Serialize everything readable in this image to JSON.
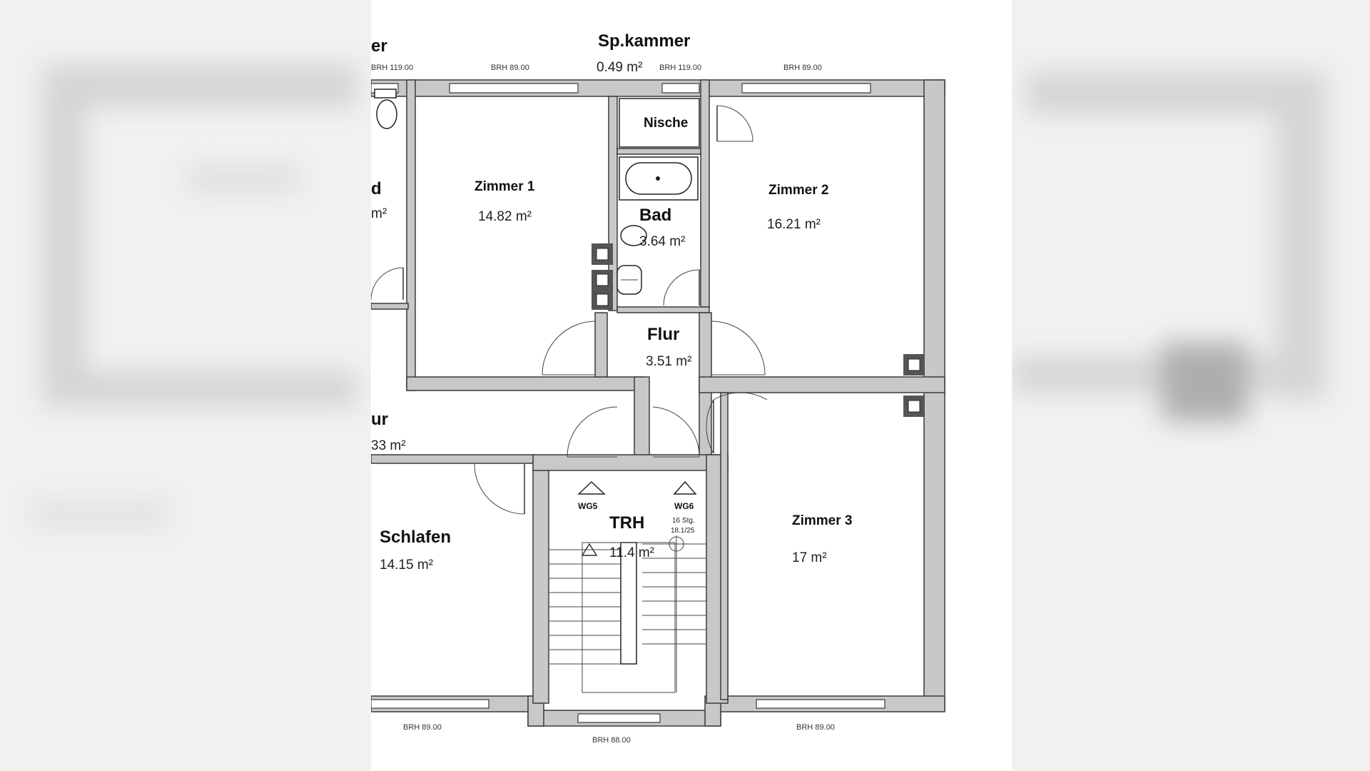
{
  "rooms": {
    "spkammer": {
      "label": "Sp.kammer",
      "area": "0.49 m²"
    },
    "nische": {
      "label": "Nische"
    },
    "zimmer1": {
      "label": "Zimmer 1",
      "area": "14.82 m²"
    },
    "bad": {
      "label": "Bad",
      "area": "3.64 m²"
    },
    "zimmer2": {
      "label": "Zimmer 2",
      "area": "16.21 m²"
    },
    "flur_small": {
      "label": "Flur",
      "area": "3.51 m²"
    },
    "flur_left": {
      "label": "ur",
      "area": "33 m²"
    },
    "left_top": {
      "label": "er"
    },
    "left_mid": {
      "label": "d",
      "area": "m²"
    },
    "schlafen": {
      "label": "Schlafen",
      "area": "14.15 m²"
    },
    "trh": {
      "label": "TRH",
      "area": "11.4 m²"
    },
    "zimmer3": {
      "label": "Zimmer 3",
      "area": "17 m²"
    }
  },
  "windows": {
    "top_left": "BRH 119.00",
    "top_zimmer1": "BRH 89.00",
    "top_kammer": "BRH 119.00",
    "top_zimmer2": "BRH 89.00",
    "bottom_schlafen": "BRH 89.00",
    "bottom_zimmer3": "BRH 89.00",
    "bottom_trh": "BRH 88.00"
  },
  "stairs": {
    "wg5": "WG5",
    "wg6": "WG6",
    "steps": "16 Stg.",
    "ratio": "18.1/25"
  },
  "colors": {
    "wall": "#c8c8c8",
    "wall_edge": "#3a3a3a",
    "background": "#ffffff"
  }
}
